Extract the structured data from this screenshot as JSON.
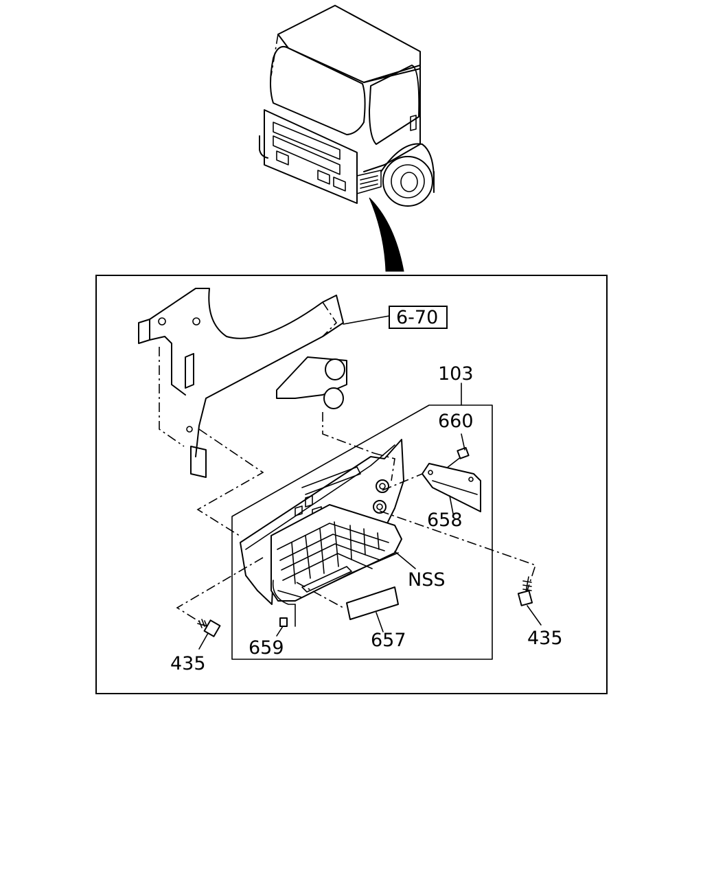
{
  "callouts": {
    "ref_6_70": "6-70",
    "part_103": "103",
    "part_660": "660",
    "part_658": "658",
    "part_nss": "NSS",
    "part_435_left": "435",
    "part_435_right": "435",
    "part_659": "659",
    "part_657": "657"
  }
}
